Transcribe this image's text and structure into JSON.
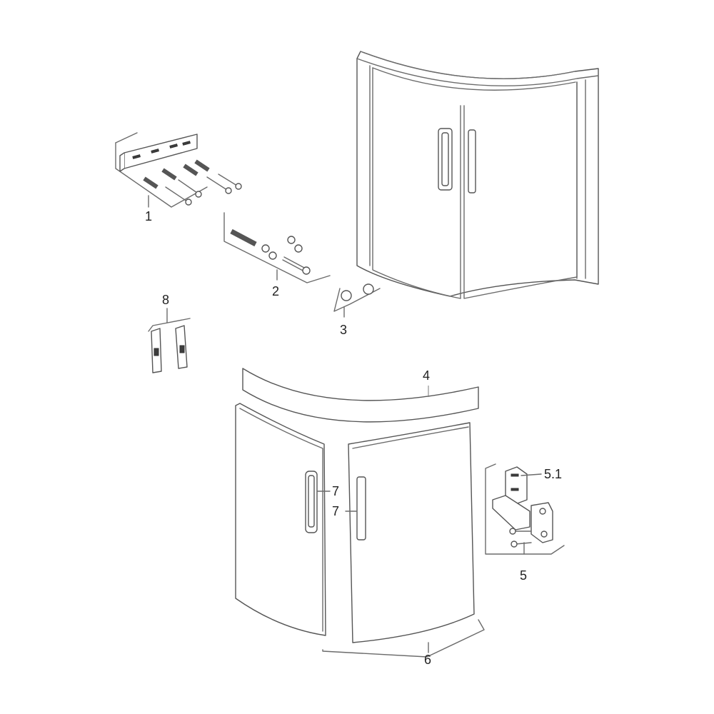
{
  "labels": {
    "part_1": "1",
    "part_2": "2",
    "part_3": "3",
    "part_4": "4",
    "part_5": "5",
    "part_5_1": "5.1",
    "part_6": "6",
    "part_7_left": "7",
    "part_7_right": "7",
    "part_8": "8"
  }
}
